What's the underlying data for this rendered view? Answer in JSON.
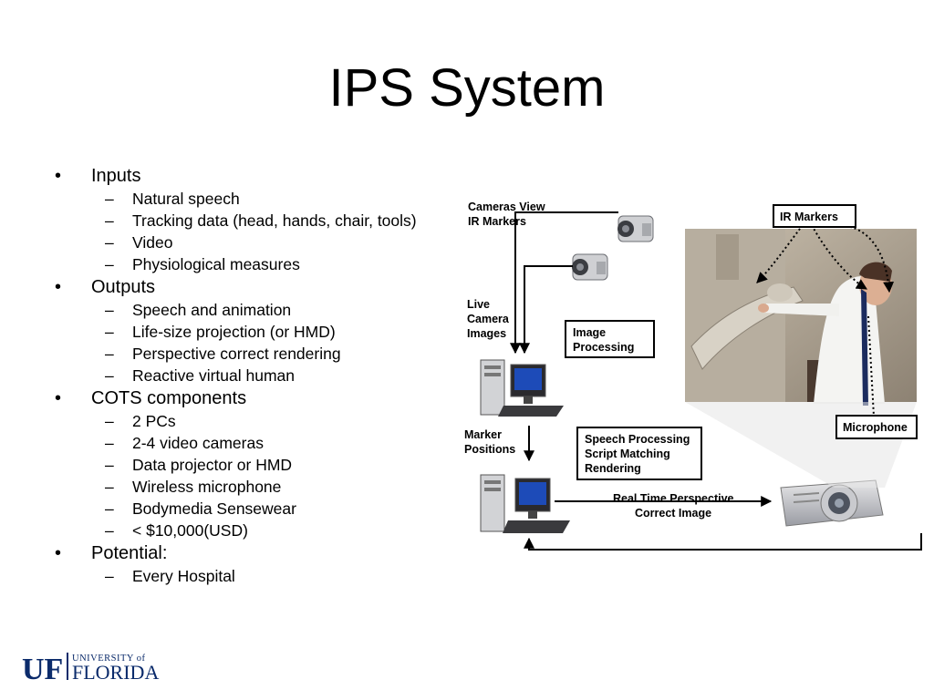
{
  "slide": {
    "title": "IPS System"
  },
  "sections": [
    {
      "heading": "Inputs",
      "items": [
        "Natural speech",
        "Tracking data (head, hands, chair, tools)",
        "Video",
        "Physiological measures"
      ]
    },
    {
      "heading": "Outputs",
      "items": [
        "Speech and animation",
        "Life-size projection (or HMD)",
        "Perspective correct rendering",
        "Reactive virtual human"
      ]
    },
    {
      "heading": "COTS components",
      "items": [
        "2 PCs",
        "2-4 video cameras",
        "Data projector or HMD",
        "Wireless microphone",
        "Bodymedia Sensewear",
        "< $10,000(USD)"
      ]
    },
    {
      "heading": "Potential:",
      "items": [
        "Every Hospital"
      ]
    }
  ],
  "diagram": {
    "cameras_view_1": "Cameras View",
    "cameras_view_2": "IR Markers",
    "ir_markers": "IR Markers",
    "live_1": "Live",
    "live_2": "Camera",
    "live_3": "Images",
    "image_processing_1": "Image",
    "image_processing_2": "Processing",
    "marker_1": "Marker",
    "marker_2": "Positions",
    "speech_1": "Speech Processing",
    "speech_2": "Script Matching",
    "speech_3": "Rendering",
    "realtime_1": "Real Time Perspective",
    "realtime_2": "Correct Image",
    "microphone": "Microphone"
  },
  "logo": {
    "uf": "UF",
    "university_of": "UNIVERSITY of",
    "florida": "FLORIDA",
    "color": "#0b2b6b",
    "accent": "#e8742a"
  }
}
